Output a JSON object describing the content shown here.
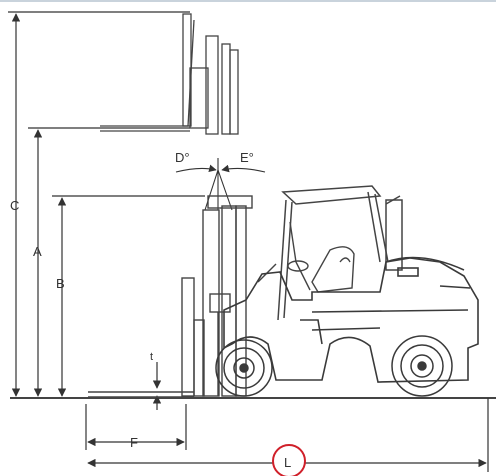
{
  "diagram": {
    "dimensions": {
      "C": "C",
      "A": "A",
      "B": "B",
      "t": "t",
      "F": "F",
      "L": "L",
      "D": "D°",
      "E": "E°"
    },
    "colors": {
      "line": "#3a3a3a",
      "highlight_circle": "#d0202a",
      "frame_border": "#c9d3dc"
    },
    "icons": [
      "forklift-drawing"
    ]
  }
}
